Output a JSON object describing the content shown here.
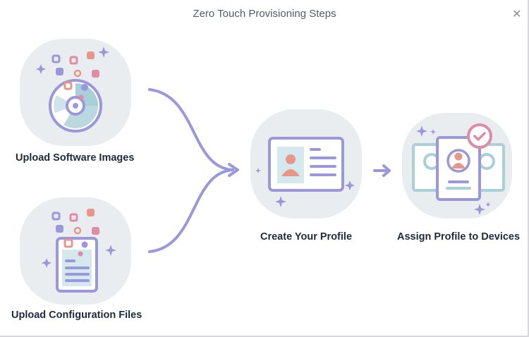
{
  "dialog": {
    "title": "Zero Touch Provisioning Steps",
    "close_icon": "close-icon"
  },
  "steps": [
    {
      "label": "Upload Software Images",
      "icon": "software-disc-icon"
    },
    {
      "label": "Upload Configuration Files",
      "icon": "config-file-icon"
    },
    {
      "label": "Create Your Profile",
      "icon": "profile-card-icon"
    },
    {
      "label": "Assign Profile to Devices",
      "icon": "assign-profile-icon"
    }
  ],
  "colors": {
    "accent": "#9b97db",
    "blob": "#e9edf0",
    "pink": "#e08aa6",
    "salmon": "#e8968a",
    "teal": "#a9cfd9"
  }
}
